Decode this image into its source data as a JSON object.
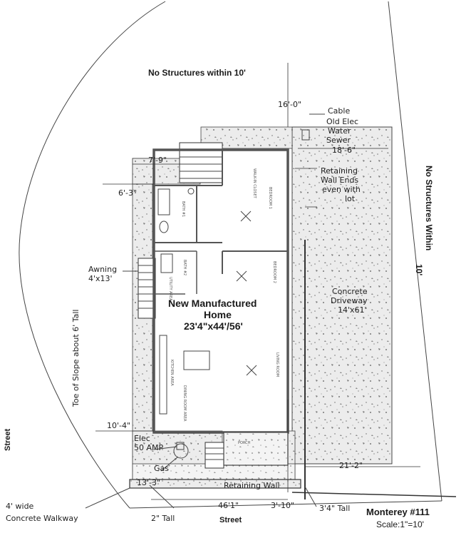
{
  "title": "Monterey #111",
  "scale": "Scale:1\"=10'",
  "home": {
    "line1": "New Manufactured",
    "line2": "Home",
    "line3": "23'4\"x44'/56'"
  },
  "setbacks": {
    "top": "No Structures within 10'",
    "right_line1": "No Structures Within",
    "right_line2": "10'"
  },
  "dimensions": {
    "d16_0": "16'-0\"",
    "d18_6": "18'-6\"",
    "d7_9": "7'-9\"",
    "d6_3": "6'-3\"",
    "d10_4": "10'-4\"",
    "d21_2": "21'-2\"",
    "d13_3": "13'-3\"",
    "d46_1": "46'1\"",
    "d3_10": "3'-10\"",
    "d3_4": "3'4\" Tall",
    "d2": "2\" Tall"
  },
  "utilities": {
    "cable": "Cable",
    "old_elec": "Old Elec",
    "water": "Water",
    "sewer": "Sewer",
    "elec_line1": "Elec",
    "elec_line2": "50 AMP",
    "gas": "Gas"
  },
  "retaining_note": {
    "line1": "Retaining",
    "line2": "Wall Ends",
    "line3": "even with",
    "line4": "lot"
  },
  "driveway": {
    "line1": "Concrete",
    "line2": "Driveway",
    "line3": "14'x61'"
  },
  "awning": {
    "line1": "Awning",
    "line2": "4'x13'"
  },
  "slope": "Toe of Slope about 6' Tall",
  "street_left": "Street",
  "street_bottom": "Street",
  "retaining_wall": "Retaining Wall",
  "walkway": {
    "line1": "4' wide",
    "line2": "Concrete Walkway"
  },
  "rooms": {
    "bedroom1": "BEDROOM 1",
    "bedroom2": "BEDROOM 2",
    "living": "LIVING ROOM",
    "kitchen": "KITCHEN AREA",
    "dining": "DINING ROOM AREA",
    "utility": "UTILITY AREA",
    "bath1": "BATH #1",
    "bath2": "BATH #2",
    "porch": "PORCH",
    "walkin": "WALK-IN CLOSET"
  }
}
